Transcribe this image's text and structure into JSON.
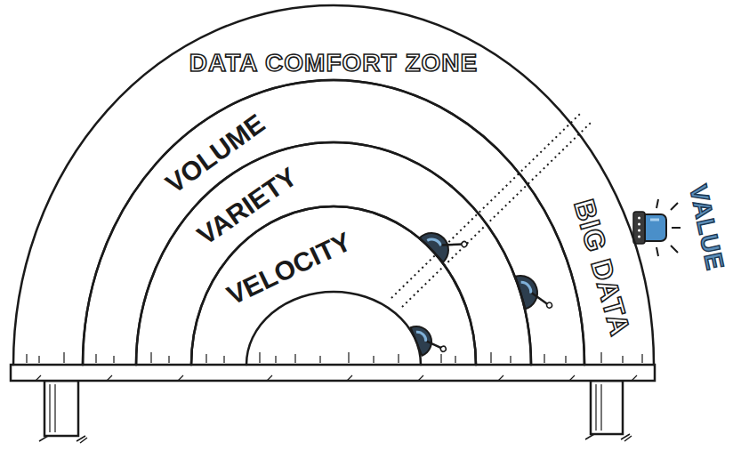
{
  "diagram": {
    "nodes": [
      {
        "text": [
          "DATA COMFORT ZONE",
          "BIG DATA"
        ]
      },
      {
        "text": [
          "VOLUME"
        ],
        "in": 0
      },
      {
        "text": [
          "VARIETY"
        ],
        "in": 1
      },
      {
        "text": [
          "VELOCITY"
        ],
        "in": 2
      }
    ],
    "labels": [
      "VALUE"
    ]
  }
}
